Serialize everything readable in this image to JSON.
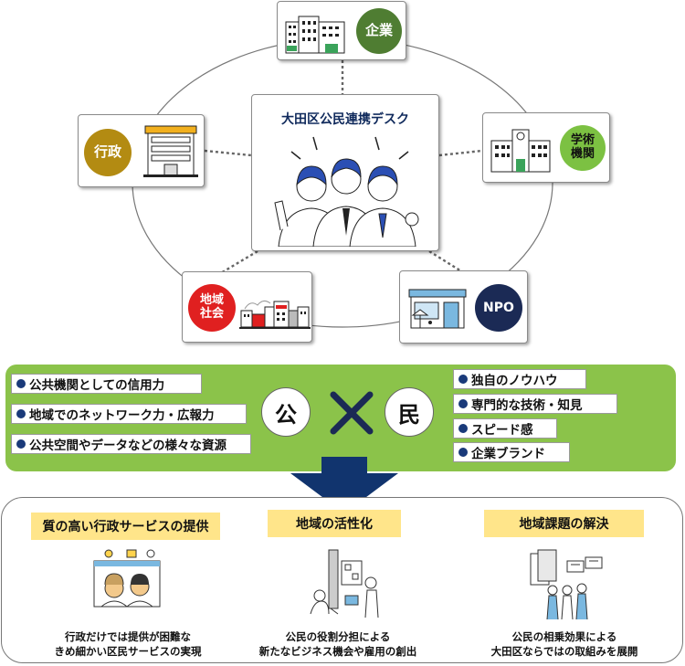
{
  "center": {
    "title": "大田区公民連携デスク"
  },
  "nodes": {
    "enterprise": {
      "label": "企業",
      "color": "#4f7d32"
    },
    "government": {
      "label": "行政",
      "color": "#b38b12"
    },
    "academic": {
      "label_line1": "学術",
      "label_line2": "機関",
      "color": "#7cc142"
    },
    "community": {
      "label_line1": "地域",
      "label_line2": "社会",
      "color": "#e02020"
    },
    "npo": {
      "label": "NPO",
      "color": "#1b2a55"
    }
  },
  "public_side": {
    "symbol": "公",
    "items": [
      "公共機関としての信用力",
      "地域でのネットワーク力・広報力",
      "公共空間やデータなどの様々な資源"
    ]
  },
  "cross_symbol": "×",
  "private_side": {
    "symbol": "民",
    "items": [
      "独自のノウハウ",
      "専門的な技術・知見",
      "スピード感",
      "企業ブランド"
    ]
  },
  "outcomes": [
    {
      "label": "質の高い行政サービスの提供",
      "caption_line1": "行政だけでは提供が困難な",
      "caption_line2": "きめ細かい区民サービスの実現"
    },
    {
      "label": "地域の活性化",
      "caption_line1": "公民の役割分担による",
      "caption_line2": "新たなビジネス機会や雇用の創出"
    },
    {
      "label": "地域課題の解決",
      "caption_line1": "公民の相乗効果による",
      "caption_line2": "大田区ならではの取組みを展開"
    }
  ],
  "colors": {
    "band": "#8bc34a",
    "arrow": "#11346e",
    "label_bg": "#ffe58a",
    "bullet": "#1a3a7a"
  }
}
